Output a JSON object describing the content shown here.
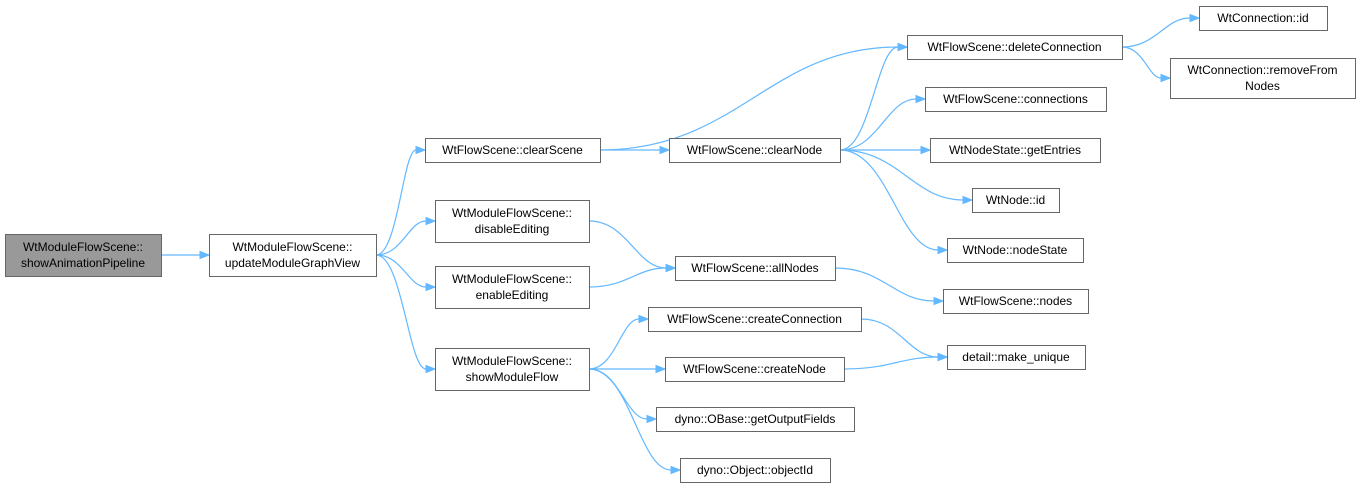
{
  "graph": {
    "colors": {
      "root_fill": "#999999",
      "node_fill": "#ffffff",
      "node_border": "#666666",
      "edge": "#63b8ff"
    },
    "nodes": [
      {
        "id": "root",
        "lines": [
          "WtModuleFlowScene::",
          "showAnimationPipeline"
        ],
        "highlighted": true
      },
      {
        "id": "updateModuleGraphView",
        "lines": [
          "WtModuleFlowScene::",
          "updateModuleGraphView"
        ]
      },
      {
        "id": "clearScene",
        "lines": [
          "WtFlowScene::clearScene"
        ]
      },
      {
        "id": "disableEditing",
        "lines": [
          "WtModuleFlowScene::",
          "disableEditing"
        ]
      },
      {
        "id": "enableEditing",
        "lines": [
          "WtModuleFlowScene::",
          "enableEditing"
        ]
      },
      {
        "id": "showModuleFlow",
        "lines": [
          "WtModuleFlowScene::",
          "showModuleFlow"
        ]
      },
      {
        "id": "clearNode",
        "lines": [
          "WtFlowScene::clearNode"
        ]
      },
      {
        "id": "allNodes",
        "lines": [
          "WtFlowScene::allNodes"
        ]
      },
      {
        "id": "createConnection",
        "lines": [
          "WtFlowScene::createConnection"
        ]
      },
      {
        "id": "createNode",
        "lines": [
          "WtFlowScene::createNode"
        ]
      },
      {
        "id": "getOutputFields",
        "lines": [
          "dyno::OBase::getOutputFields"
        ]
      },
      {
        "id": "objectId",
        "lines": [
          "dyno::Object::objectId"
        ]
      },
      {
        "id": "deleteConnection",
        "lines": [
          "WtFlowScene::deleteConnection"
        ]
      },
      {
        "id": "connections",
        "lines": [
          "WtFlowScene::connections"
        ]
      },
      {
        "id": "getEntries",
        "lines": [
          "WtNodeState::getEntries"
        ]
      },
      {
        "id": "nodeId",
        "lines": [
          "WtNode::id"
        ]
      },
      {
        "id": "nodeState",
        "lines": [
          "WtNode::nodeState"
        ]
      },
      {
        "id": "nodes",
        "lines": [
          "WtFlowScene::nodes"
        ]
      },
      {
        "id": "makeUnique",
        "lines": [
          "detail::make_unique"
        ]
      },
      {
        "id": "connectionId",
        "lines": [
          "WtConnection::id"
        ]
      },
      {
        "id": "removeFromNodes",
        "lines": [
          "WtConnection::removeFrom",
          "Nodes"
        ]
      }
    ],
    "edges": [
      [
        "root",
        "updateModuleGraphView"
      ],
      [
        "updateModuleGraphView",
        "clearScene"
      ],
      [
        "updateModuleGraphView",
        "disableEditing"
      ],
      [
        "updateModuleGraphView",
        "enableEditing"
      ],
      [
        "updateModuleGraphView",
        "showModuleFlow"
      ],
      [
        "clearScene",
        "deleteConnection"
      ],
      [
        "clearScene",
        "clearNode"
      ],
      [
        "clearNode",
        "deleteConnection"
      ],
      [
        "clearNode",
        "connections"
      ],
      [
        "clearNode",
        "getEntries"
      ],
      [
        "clearNode",
        "nodeId"
      ],
      [
        "clearNode",
        "nodeState"
      ],
      [
        "deleteConnection",
        "connectionId"
      ],
      [
        "deleteConnection",
        "removeFromNodes"
      ],
      [
        "disableEditing",
        "allNodes"
      ],
      [
        "enableEditing",
        "allNodes"
      ],
      [
        "allNodes",
        "nodes"
      ],
      [
        "showModuleFlow",
        "createConnection"
      ],
      [
        "showModuleFlow",
        "createNode"
      ],
      [
        "showModuleFlow",
        "getOutputFields"
      ],
      [
        "showModuleFlow",
        "objectId"
      ],
      [
        "createConnection",
        "makeUnique"
      ],
      [
        "createNode",
        "makeUnique"
      ]
    ]
  }
}
